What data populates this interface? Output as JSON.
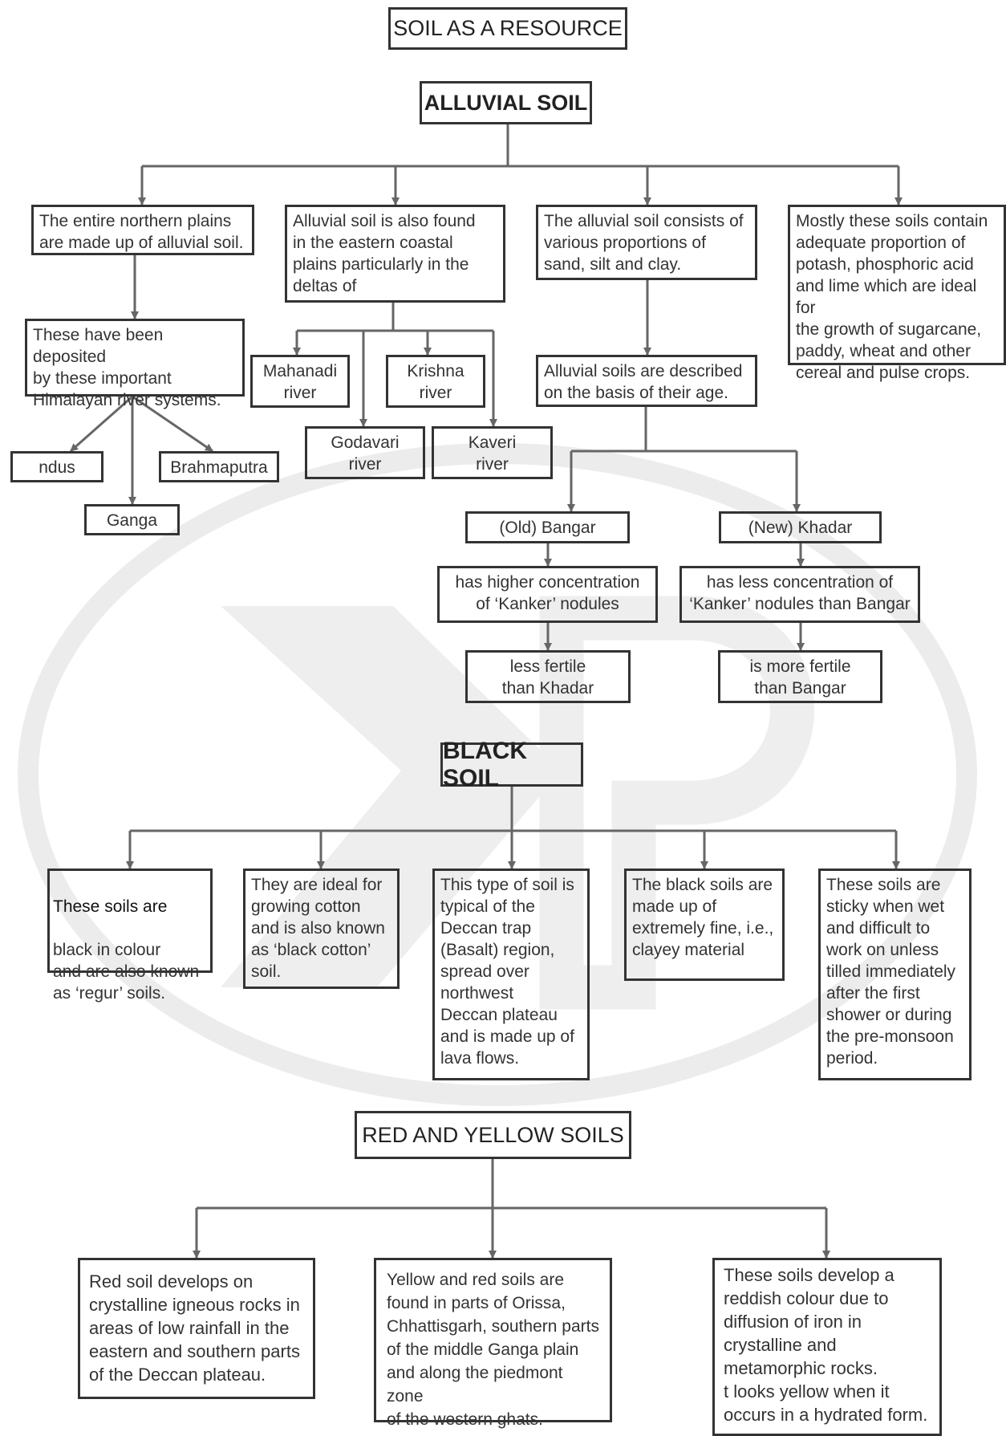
{
  "colors": {
    "line": "#666666",
    "border": "#333333",
    "text": "#333333",
    "watermark": "#e9e9e9"
  },
  "header": {
    "title": "SOIL AS A RESOURCE"
  },
  "alluvial": {
    "heading": "ALLUVIAL SOIL",
    "northern_plains": "The entire northern plains\nare made up of alluvial soil.",
    "deposited_by": "These have been deposited\nby these important\nHimalayan river systems.",
    "rivers_himalayan": [
      "ndus",
      "Ganga",
      "Brahmaputra"
    ],
    "eastern_coastal": "Alluvial soil is also found\nin the eastern coastal\nplains particularly in the\ndeltas of",
    "deltas": [
      "Mahanadi\nriver",
      "Krishna\nriver",
      "Godavari\nriver",
      "Kaveri\nriver"
    ],
    "consists_of": "The alluvial soil consists of\nvarious proportions of\nsand, silt and clay.",
    "described_by_age": "Alluvial soils are described\non the basis of their age.",
    "old_bangar": "(Old) Bangar",
    "bangar_kanker": "has higher  concentration\nof ‘Kanker’ nodules",
    "bangar_fertility": "less fertile\nthan Khadar",
    "new_khadar": "(New) Khadar",
    "khadar_kanker": "has less concentration of\n‘Kanker’ nodules than Bangar",
    "khadar_fertility": "is more fertile\nthan Bangar",
    "nutrients": "Mostly these soils contain\nadequate proportion of\npotash, phosphoric acid\nand lime which are ideal for\nthe growth of sugarcane,\npaddy, wheat and other\ncereal and pulse crops."
  },
  "black": {
    "heading": "BLACK SOIL",
    "colour_lead": "These soils are",
    "colour": "black in colour\nand are also known\nas ‘regur’ soils.",
    "cotton": "They are ideal for\ngrowing cotton\nand is also known\nas ‘black cotton’\nsoil.",
    "deccan_trap": "This type of soil is\ntypical of the\nDeccan trap\n(Basalt) region,\nspread over\nnorthwest\nDeccan plateau\nand is made up of\nlava flows.",
    "fine_material": "The black soils are\nmade up of\nextremely fine, i.e.,\nclayey material",
    "sticky": "These soils are\nsticky when wet\nand difficult to\nwork on unless\ntilled immediately\nafter the first\nshower or during\nthe pre-monsoon\nperiod."
  },
  "red_yellow": {
    "heading": "RED AND YELLOW SOILS",
    "red_develops": "Red soil develops on\ncrystalline igneous rocks in\nareas of low rainfall in the\neastern and southern parts\nof the Deccan plateau.",
    "found_in": "Yellow and red soils are\nfound in parts of Orissa,\nChhattisgarh, southern parts\nof the middle Ganga plain\nand along the piedmont zone\nof the western ghats.",
    "reddish_colour": "These soils develop a\nreddish colour due to\ndiffusion of iron in\ncrystalline and\nmetamorphic rocks.\n t looks yellow when it\noccurs in a hydrated form."
  }
}
